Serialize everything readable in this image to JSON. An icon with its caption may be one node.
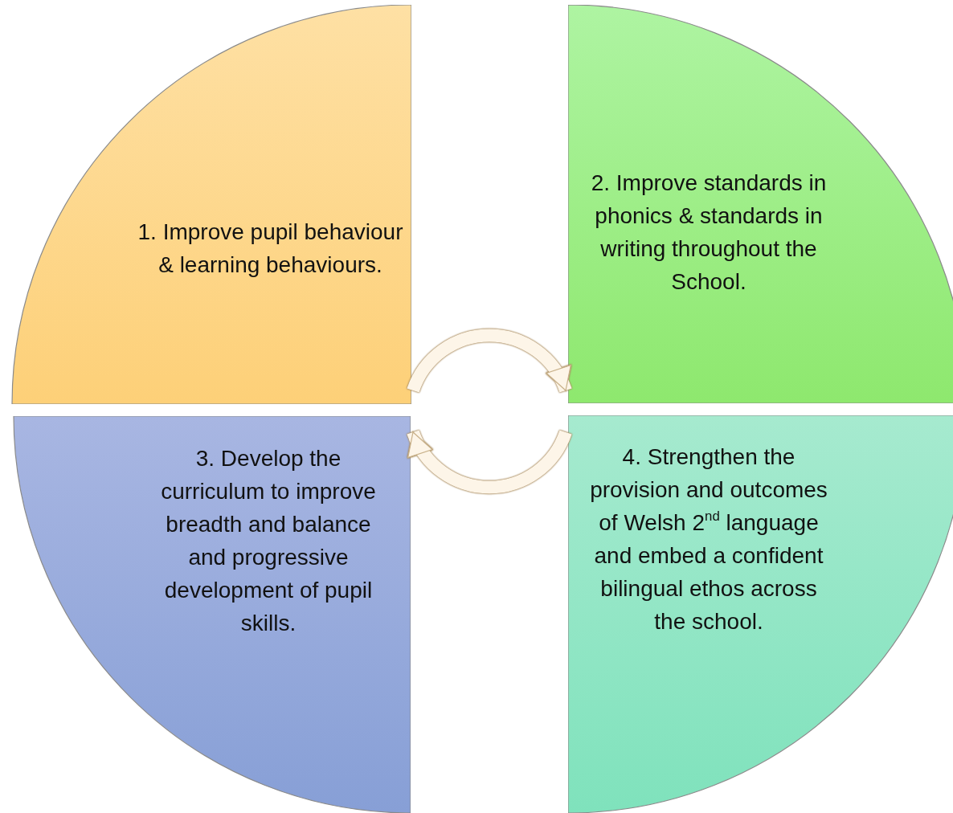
{
  "diagram": {
    "nodes": [
      {
        "text": [
          "1. Improve pupil behaviour & learning behaviours."
        ]
      },
      {
        "text": [
          "2. Improve standards in phonics & standards in writing throughout the School."
        ]
      },
      {
        "text": [
          "3. Develop the curriculum to improve breadth and balance and progressive development of pupil skills."
        ]
      },
      {
        "text": [
          "4. Strengthen the provision and outcomes of Welsh 2$^{nd}$ language and embed a confident bilingual ethos across the school."
        ]
      }
    ],
    "edges": [
      {
        "from": 0,
        "to": 1,
        "arrow": "to"
      },
      {
        "from": 3,
        "to": 2,
        "arrow": "to"
      }
    ]
  }
}
